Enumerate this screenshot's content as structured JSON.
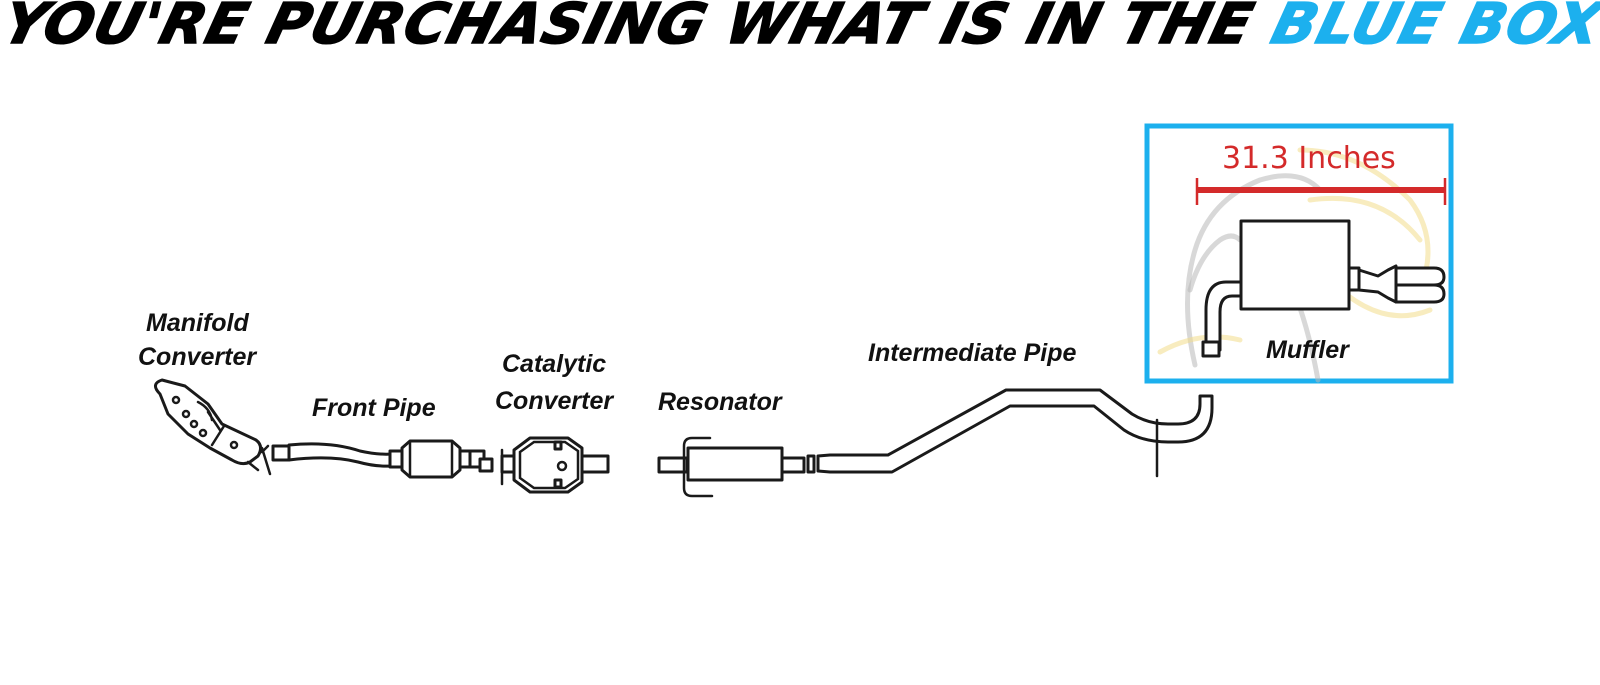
{
  "headline": {
    "text_black": "YOU'RE PURCHASING WHAT IS IN THE",
    "text_blue": "BLUE BOX"
  },
  "colors": {
    "headline_black": "#000000",
    "highlight_blue": "#1cb0ee",
    "dimension_red": "#d42a2a",
    "line_art": "#1a1a1a",
    "watermark_gray": "#b8b8b8",
    "watermark_yellow": "#f2dc8a"
  },
  "diagram": {
    "parts": [
      {
        "id": "manifold_converter",
        "label_line1": "Manifold",
        "label_line2": "Converter"
      },
      {
        "id": "front_pipe",
        "label": "Front Pipe"
      },
      {
        "id": "catalytic_converter",
        "label_line1": "Catalytic",
        "label_line2": "Converter"
      },
      {
        "id": "resonator",
        "label": "Resonator"
      },
      {
        "id": "intermediate_pipe",
        "label": "Intermediate Pipe"
      },
      {
        "id": "muffler",
        "label": "Muffler",
        "selected": true
      }
    ],
    "muffler_dimension": {
      "value": 31.3,
      "unit": "Inches",
      "label": "31.3 Inches"
    }
  }
}
